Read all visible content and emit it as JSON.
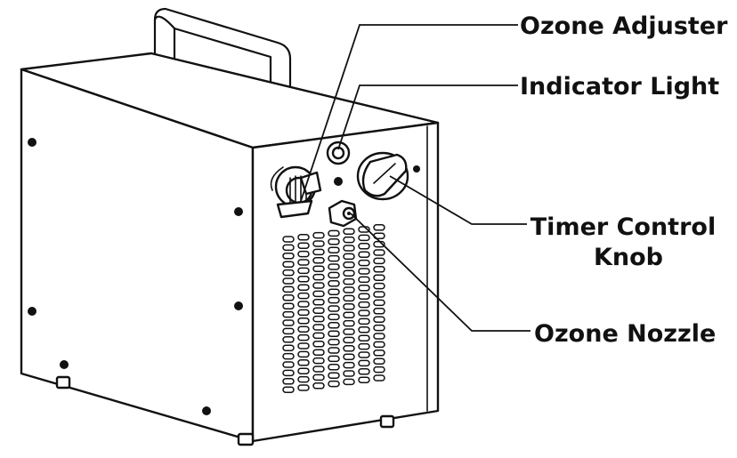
{
  "labels": {
    "ozone_adjuster": "Ozone Adjuster",
    "indicator_light": "Indicator Light",
    "timer_control_line1": "Timer Control",
    "timer_control_line2": "Knob",
    "ozone_nozzle": "Ozone Nozzle"
  }
}
